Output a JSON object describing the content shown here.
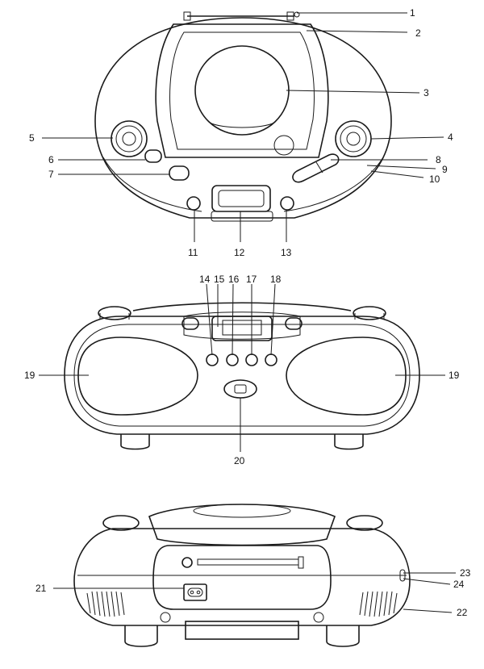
{
  "views": {
    "top": {
      "callouts": [
        {
          "id": "c1",
          "label": "1"
        },
        {
          "id": "c2",
          "label": "2"
        },
        {
          "id": "c3",
          "label": "3"
        },
        {
          "id": "c4",
          "label": "4"
        },
        {
          "id": "c5",
          "label": "5"
        },
        {
          "id": "c6",
          "label": "6"
        },
        {
          "id": "c7",
          "label": "7"
        },
        {
          "id": "c8",
          "label": "8"
        },
        {
          "id": "c9",
          "label": "9"
        },
        {
          "id": "c10",
          "label": "10"
        },
        {
          "id": "c11",
          "label": "11"
        },
        {
          "id": "c12",
          "label": "12"
        },
        {
          "id": "c13",
          "label": "13"
        }
      ]
    },
    "front": {
      "callouts": [
        {
          "id": "c14",
          "label": "14"
        },
        {
          "id": "c15",
          "label": "15"
        },
        {
          "id": "c16",
          "label": "16"
        },
        {
          "id": "c17",
          "label": "17"
        },
        {
          "id": "c18",
          "label": "18"
        },
        {
          "id": "c19a",
          "label": "19"
        },
        {
          "id": "c19b",
          "label": "19"
        },
        {
          "id": "c20",
          "label": "20"
        }
      ]
    },
    "rear": {
      "callouts": [
        {
          "id": "c21",
          "label": "21"
        },
        {
          "id": "c22",
          "label": "22"
        },
        {
          "id": "c23",
          "label": "23"
        },
        {
          "id": "c24",
          "label": "24"
        }
      ]
    }
  },
  "colors": {
    "line": "#1a1a1a",
    "background": "#ffffff"
  }
}
